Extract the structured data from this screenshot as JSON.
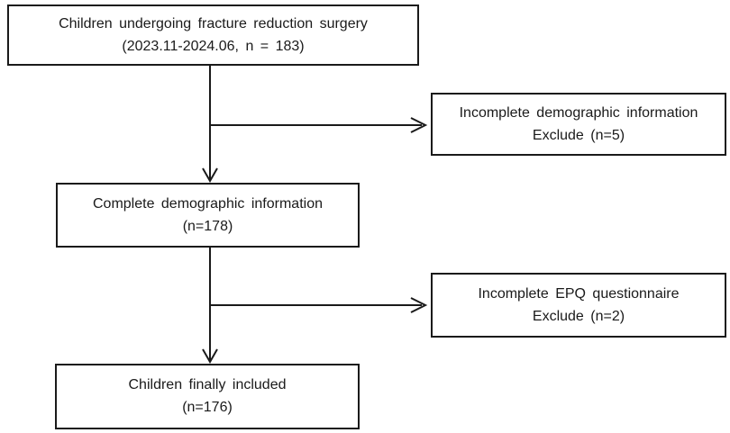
{
  "figure": {
    "background_color": "#ffffff",
    "line_color": "#1a1a1a",
    "boxes": {
      "population": {
        "line1": "Children undergoing fracture reduction surgery",
        "line2": "(2023.11-2024.06, n = 183)"
      },
      "exclude_demographic": {
        "line1": "Incomplete demographic information",
        "line2": "Exclude (n=5)"
      },
      "complete_demographic": {
        "line1": "Complete demographic information",
        "line2": "(n=178)"
      },
      "exclude_epq": {
        "line1": "Incomplete EPQ questionnaire",
        "line2": "Exclude (n=2)"
      },
      "included": {
        "line1": "Children finally included",
        "line2": "(n=176)"
      }
    }
  }
}
